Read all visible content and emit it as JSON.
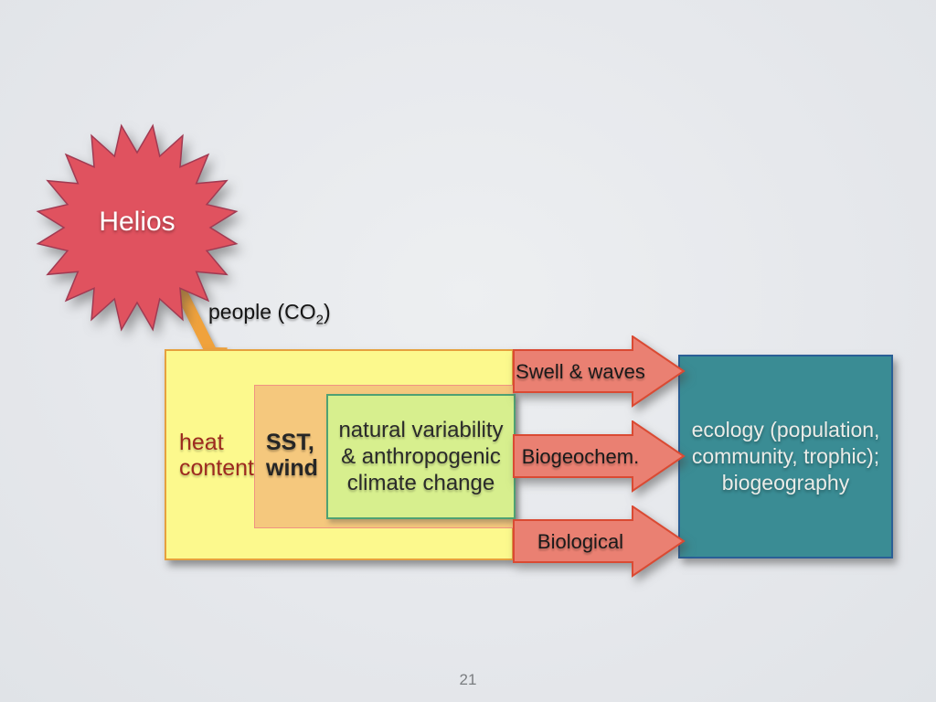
{
  "slide": {
    "page_number": "21",
    "background_color": "#e6e8ec"
  },
  "helios_star": {
    "label": "Helios",
    "fill_color": "#e0525f",
    "stroke_color": "#a13a52",
    "text_color": "#ffffff"
  },
  "people_input": {
    "label_prefix": "people (CO",
    "label_sub": "2",
    "label_suffix": ")",
    "arrow_color": "#f0a23c"
  },
  "heat_box": {
    "label": "heat\ncontent",
    "fill_color": "#fcf98d",
    "border_color": "#e6a13e",
    "text_color": "#9d2a1f"
  },
  "sst_box": {
    "label": "SST,\nwind",
    "fill_color": "#f5c87d",
    "border_color": "#f09382",
    "text_color": "#262626"
  },
  "climate_box": {
    "label": "natural variability\n& anthropogenic\nclimate change",
    "fill_color": "#d7ef8e",
    "border_color": "#4fa173",
    "text_color": "#2a2a2a"
  },
  "flows": [
    {
      "label": "Swell & waves"
    },
    {
      "label": "Biogeochem."
    },
    {
      "label": "Biological"
    }
  ],
  "flow_style": {
    "fill_color": "#ea8072",
    "border_color": "#da4a33",
    "text_color": "#1a1a1a"
  },
  "ecology_box": {
    "label": "ecology (population,\ncommunity, trophic);\nbiogeography",
    "fill_color": "#3a8c94",
    "border_color": "#2a5f96",
    "text_color": "#ebece8"
  }
}
